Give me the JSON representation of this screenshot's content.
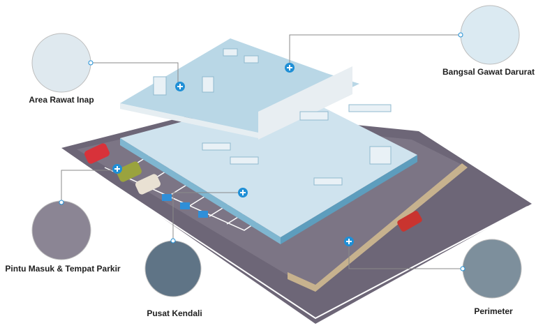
{
  "callouts": [
    {
      "id": "area-rawat-inap",
      "label": "Area Rawat Inap"
    },
    {
      "id": "bangsal-gawat-darurat",
      "label": "Bangsal Gawat Darurat"
    },
    {
      "id": "pintu-masuk",
      "label": "Pintu Masuk & Tempat Parkir"
    },
    {
      "id": "pusat-kendali",
      "label": "Pusat Kendali"
    },
    {
      "id": "perimeter",
      "label": "Perimeter"
    }
  ],
  "colors": {
    "road": "#6d6677",
    "lot": "#7c7585",
    "floor": "#cfe3ee",
    "wall": "#7fb6d0",
    "marker": "#1f8fd6",
    "line": "#8a8a8a"
  }
}
